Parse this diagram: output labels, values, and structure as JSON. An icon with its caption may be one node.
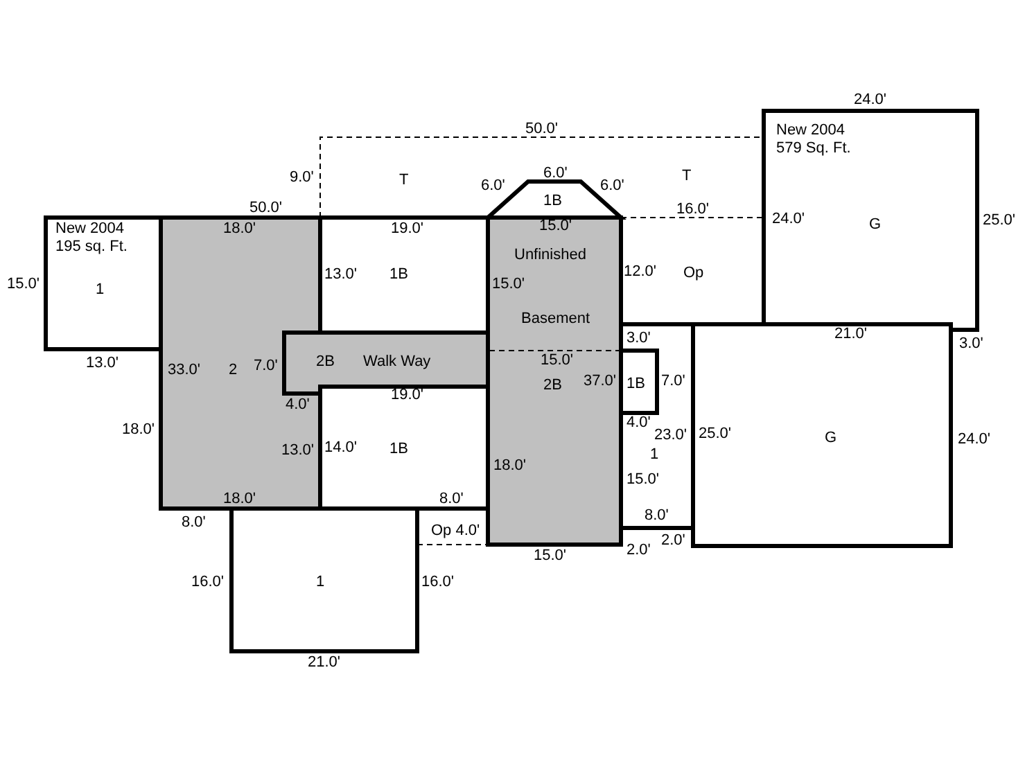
{
  "diagram": {
    "nodes": [
      {
        "text": [
          "New 2004 195 sq. Ft.",
          "1"
        ]
      },
      {
        "text": [
          "2"
        ]
      },
      {
        "text": [
          "2B",
          "Walk Way"
        ]
      },
      {
        "text": [
          "1B"
        ]
      },
      {
        "text": [
          "1B"
        ]
      },
      {
        "text": [
          "Unfinished",
          "Basement",
          "2B"
        ]
      },
      {
        "text": [
          "1B"
        ]
      },
      {
        "text": [
          "1B"
        ],
        "in": 8
      },
      {
        "text": [
          "1"
        ]
      },
      {
        "text": [
          "New 2004 579 Sq. Ft.",
          "G"
        ]
      },
      {
        "text": [
          "G"
        ]
      },
      {
        "text": [
          "1"
        ]
      }
    ],
    "labels": [
      "24.0'",
      "50.0'",
      "9.0'",
      "T",
      "6.0'",
      "6.0'",
      "6.0'",
      "T",
      "50.0'",
      "16.0'",
      "18.0'",
      "19.0'",
      "15.0'",
      "24.0'",
      "25.0'",
      "15.0'",
      "13.0'",
      "15.0'",
      "12.0'",
      "Op",
      "3.0'",
      "21.0'",
      "3.0'",
      "13.0'",
      "33.0'",
      "7.0'",
      "15.0'",
      "37.0'",
      "7.0'",
      "4.0'",
      "19.0'",
      "4.0'",
      "18.0'",
      "23.0'",
      "25.0'",
      "24.0'",
      "13.0'",
      "14.0'",
      "18.0'",
      "15.0'",
      "18.0'",
      "8.0'",
      "8.0'",
      "8.0'",
      "Op 4.0'",
      "2.0'",
      "15.0'",
      "2.0'",
      "16.0'",
      "16.0'",
      "21.0'"
    ]
  }
}
